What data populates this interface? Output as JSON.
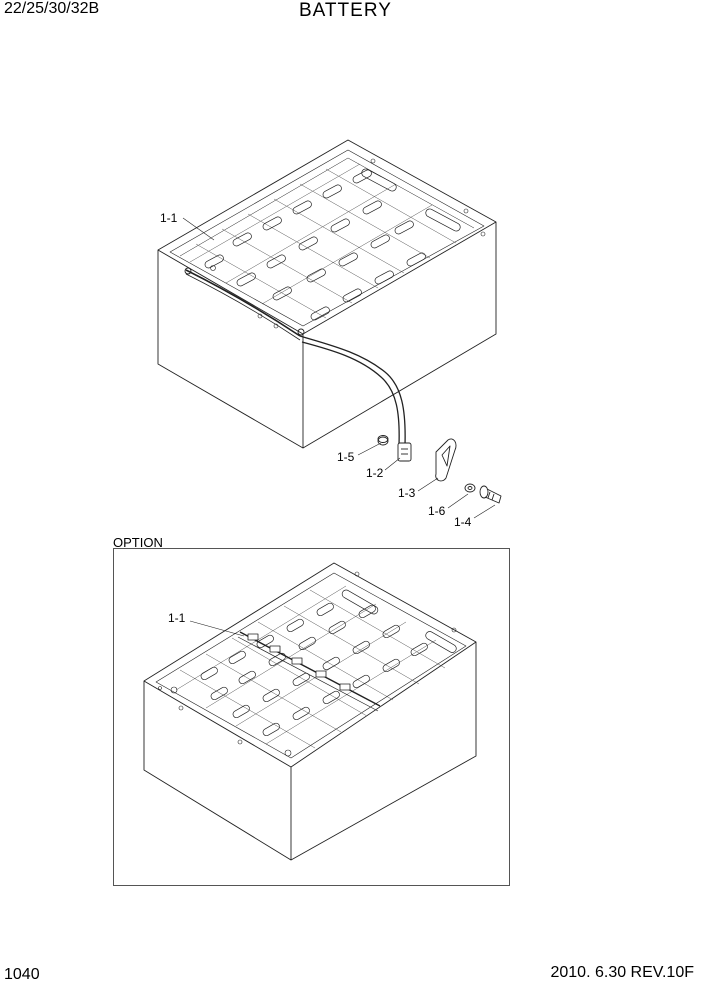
{
  "header": {
    "model": "22/25/30/32B",
    "title": "BATTERY"
  },
  "footer": {
    "page_number": "1040",
    "revision": "2010. 6.30  REV.10F"
  },
  "option_section": {
    "label": "OPTION"
  },
  "callouts": {
    "main": [
      "1-1",
      "1-5",
      "1-2",
      "1-3",
      "1-6",
      "1-4"
    ],
    "option": [
      "1-1"
    ]
  }
}
